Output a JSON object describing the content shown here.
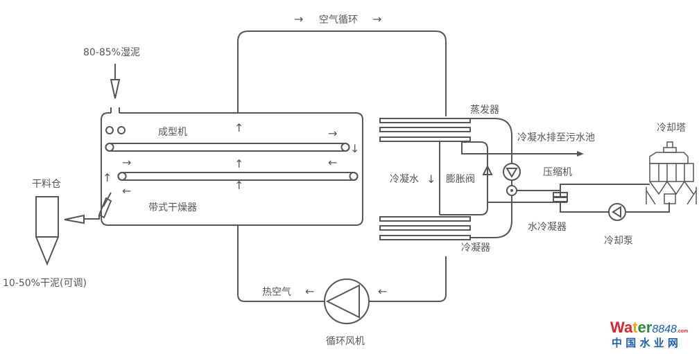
{
  "labels": {
    "air_cycle": "空气循环",
    "wet_sludge": "80-85%湿泥",
    "forming_machine": "成型机",
    "belt_dryer": "带式干燥器",
    "dry_silo": "干料仓",
    "dry_sludge": "10-50%干泥(可调)",
    "evaporator": "蒸发器",
    "condensate_drain": "冷凝水排至污水池",
    "condensate": "冷凝水",
    "expansion_valve": "膨胀阀",
    "compressor": "压缩机",
    "water_condenser": "水冷凝器",
    "condenser": "冷凝器",
    "cooling_tower": "冷却塔",
    "cooling_pump": "冷却泵",
    "hot_air": "热空气",
    "circulation_fan": "循环风机"
  },
  "arrows": {
    "right": "→",
    "left": "←",
    "up": "↑",
    "down": "↓"
  },
  "watermark": {
    "brand_a": "Wa",
    "brand_b": "t",
    "brand_c": "er",
    "brand_num": "8848",
    "brand_com": ".com",
    "subtitle": "中 国 水 业 网"
  }
}
